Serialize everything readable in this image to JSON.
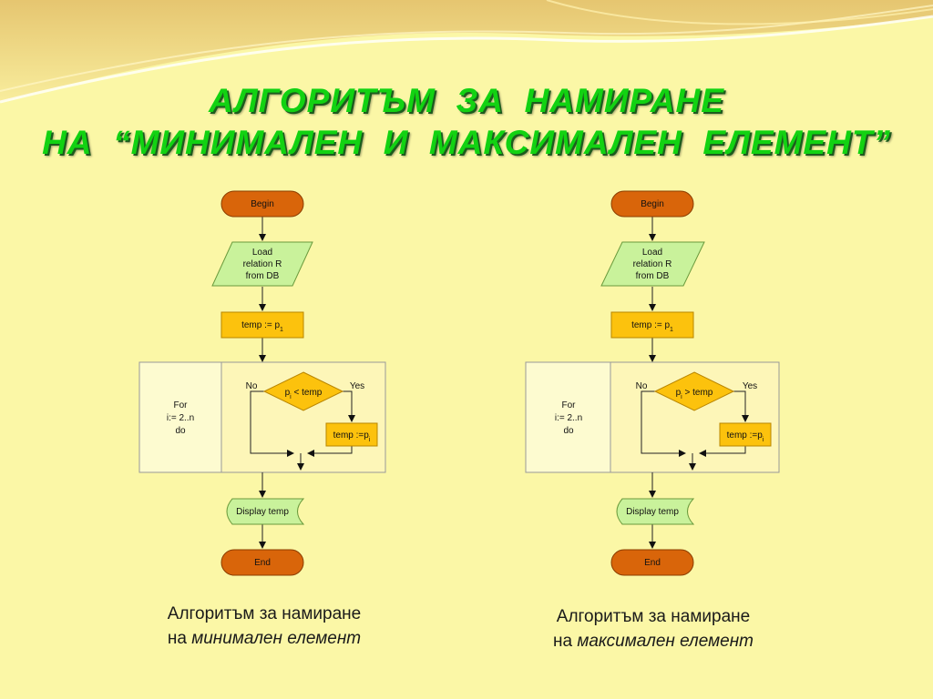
{
  "slide": {
    "title_line1": "АЛГОРИТЪМ  ЗА  НАМИРАНЕ",
    "title_line2": "НА  “МИНИМАЛЕН  И  МАКСИМАЛЕН  ЕЛЕМЕНТ”"
  },
  "colors": {
    "background": "#fbf7a6",
    "terminal_fill": "#d9650a",
    "io_fill": "#c9f29b",
    "process_fill": "#fcc20d",
    "loop_panel_fill": "#fdfbd0",
    "title_green": "#12d212"
  },
  "flowcharts": [
    {
      "begin": "Begin",
      "load_lines": [
        "Load",
        "relation R",
        "from DB"
      ],
      "init_text": "temp := p",
      "init_sub": "1",
      "loop_lines": [
        "For",
        "i:= 2..n",
        "do"
      ],
      "no_label": "No",
      "yes_label": "Yes",
      "cond_pre": "p",
      "cond_sub": "i",
      "cond_post": " < temp",
      "assign_text": "temp :=p",
      "assign_sub": "i",
      "display": "Display temp",
      "end": "End",
      "caption_line1": "Алгоритъм за намиране",
      "caption_prefix": "на ",
      "caption_em": "минимален елемент"
    },
    {
      "begin": "Begin",
      "load_lines": [
        "Load",
        "relation R",
        "from DB"
      ],
      "init_text": "temp := p",
      "init_sub": "1",
      "loop_lines": [
        "For",
        "i:= 2..n",
        "do"
      ],
      "no_label": "No",
      "yes_label": "Yes",
      "cond_pre": "p",
      "cond_sub": "i",
      "cond_post": " > temp",
      "assign_text": "temp :=p",
      "assign_sub": "i",
      "display": "Display temp",
      "end": "End",
      "caption_line1": "Алгоритъм за намиране",
      "caption_prefix": "на ",
      "caption_em": "максимален елемент"
    }
  ]
}
